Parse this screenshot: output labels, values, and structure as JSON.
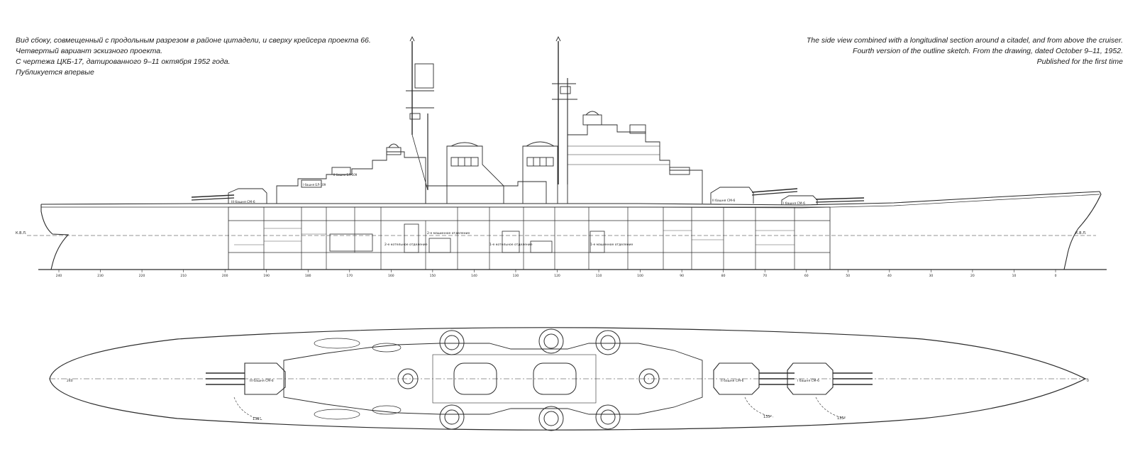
{
  "caption_ru": {
    "lines": [
      "Вид сбоку, совмещенный с продольным разрезом в районе цитадели, и сверху крейсера проекта 66.",
      "Четвертый вариант эскизного проекта.",
      "С чертежа ЦКБ-17, датированного 9–11 октября 1952 года.",
      "Публикуется впервые"
    ]
  },
  "caption_en": {
    "lines": [
      "The side view combined with a longitudinal section around a citadel, and from above the cruiser.",
      "Fourth version of the outline sketch. From the drawing, dated October 9–11, 1952.",
      "Published for the first time"
    ]
  },
  "drawing": {
    "line_color": "#2b2b2b",
    "side_view": {
      "waterline_marks": [
        "К.В.Л.",
        "К.В.Л."
      ],
      "frame_numbers": [
        "240",
        "230",
        "220",
        "210",
        "200",
        "190",
        "180",
        "170",
        "160",
        "150",
        "140",
        "130",
        "120",
        "110",
        "100",
        "90",
        "80",
        "70",
        "60",
        "50",
        "40",
        "30",
        "20",
        "10",
        "0"
      ],
      "turret_labels": [
        "I башня СМ-6",
        "II башня СМ-6",
        "III башня СМ-6"
      ],
      "sponson_labels": [
        "I башня БЛ-109",
        "II башня БЛ-109"
      ],
      "compartment_labels": [
        "2-е котельное отделение",
        "2-е машинное отделение",
        "1-е котельное отделение",
        "1-е машинное отделение"
      ]
    },
    "plan_view": {
      "end_marks": [
        "240",
        "0"
      ],
      "arc_marks": [
        "135°",
        "135°",
        "135°"
      ],
      "turret_labels": [
        "III башня СМ-6",
        "I башня СМ-6",
        "II башня СМ-6"
      ]
    }
  }
}
